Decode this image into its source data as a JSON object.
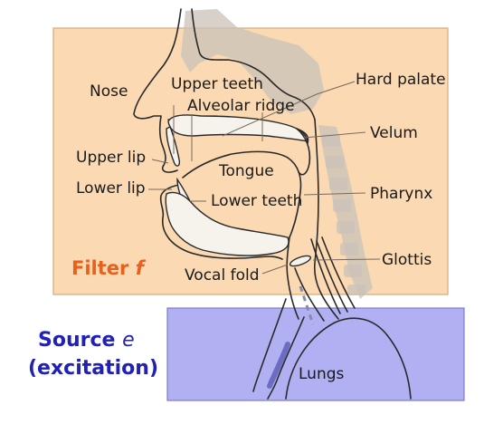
{
  "labels": {
    "nose": "Nose",
    "upper_teeth": "Upper teeth",
    "alveolar_ridge": "Alveolar ridge",
    "hard_palate": "Hard palate",
    "velum": "Velum",
    "upper_lip": "Upper lip",
    "tongue": "Tongue",
    "lower_lip": "Lower lip",
    "lower_teeth": "Lower teeth",
    "pharynx": "Pharynx",
    "glottis": "Glottis",
    "vocal_fold": "Vocal fold",
    "lungs": "Lungs"
  },
  "filter": {
    "word": "Filter",
    "symbol": "f"
  },
  "source": {
    "word": "Source",
    "symbol": "e",
    "subtitle": "(excitation)"
  },
  "colors": {
    "filter_box": "#fad9b3",
    "filter_border": "#d6a978",
    "source_box": "#b0b0f2",
    "source_border": "#7c7ccf",
    "filter_text": "#e8601c",
    "source_text": "#2121b8"
  }
}
